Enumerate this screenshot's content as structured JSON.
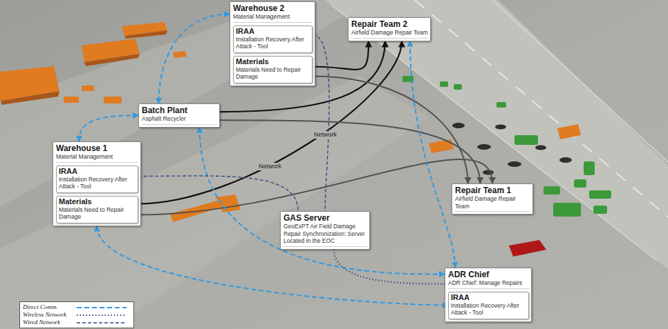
{
  "diagram": {
    "nodes": [
      {
        "text": [
          "Warehouse 2",
          "Material Management"
        ]
      },
      {
        "text": [
          "IRAA",
          "Installation Recovery After Attack - Tool"
        ],
        "in": 0
      },
      {
        "text": [
          "Materials",
          "Materials Need to Repair Damage"
        ],
        "in": 0
      },
      {
        "text": [
          "Repair Team 2",
          "Airfield Damage Repair Team"
        ]
      },
      {
        "text": [
          "Batch Plant",
          "Asphalt Recycler"
        ]
      },
      {
        "text": [
          "Warehouse 1",
          "Material Management"
        ]
      },
      {
        "text": [
          "IRAA",
          "Installation Recovery After Attack - Tool"
        ],
        "in": 5
      },
      {
        "text": [
          "Materials",
          "Materials Need to Repair Damage"
        ],
        "in": 5
      },
      {
        "text": [
          "Repair Team 1",
          "Airfield Damage Repair Team"
        ]
      },
      {
        "text": [
          "GAS Server",
          "GeoExPT Air Field Damage Repair Synchronization: Server Located in the EOC"
        ]
      },
      {
        "text": [
          "ADR Chief",
          "ADR Chief: Manage Repairs"
        ]
      },
      {
        "text": [
          "IRAA",
          "Installation Recovery After Attack - Tool"
        ],
        "in": 10
      }
    ],
    "edges": [
      {
        "from": 2,
        "to": 3,
        "arrow": "to"
      },
      {
        "from": 4,
        "to": 3,
        "arrow": "to"
      },
      {
        "from": 7,
        "to": 3,
        "arrow": "to"
      },
      {
        "from": 2,
        "to": 8,
        "arrow": "to"
      },
      {
        "from": 4,
        "to": 8,
        "arrow": "to"
      },
      {
        "from": 7,
        "to": 8,
        "arrow": "to"
      },
      {
        "from": 0,
        "to": 4,
        "arrow": "both"
      },
      {
        "from": 4,
        "to": 5,
        "arrow": "both"
      },
      {
        "from": 5,
        "to": 11,
        "arrow": "both"
      },
      {
        "from": 3,
        "to": 10,
        "arrow": "both"
      },
      {
        "from": 4,
        "to": 10,
        "arrow": "both"
      },
      {
        "from": 1,
        "to": 9,
        "arrow": "none"
      },
      {
        "from": 6,
        "to": 9,
        "arrow": "none"
      },
      {
        "from": 9,
        "to": 10,
        "arrow": "none"
      }
    ],
    "labels": [
      "Network",
      "Network"
    ],
    "legend": [
      {
        "text": "Direct Comm."
      },
      {
        "text": "Wireless Network"
      },
      {
        "text": "Wired Network"
      }
    ]
  }
}
